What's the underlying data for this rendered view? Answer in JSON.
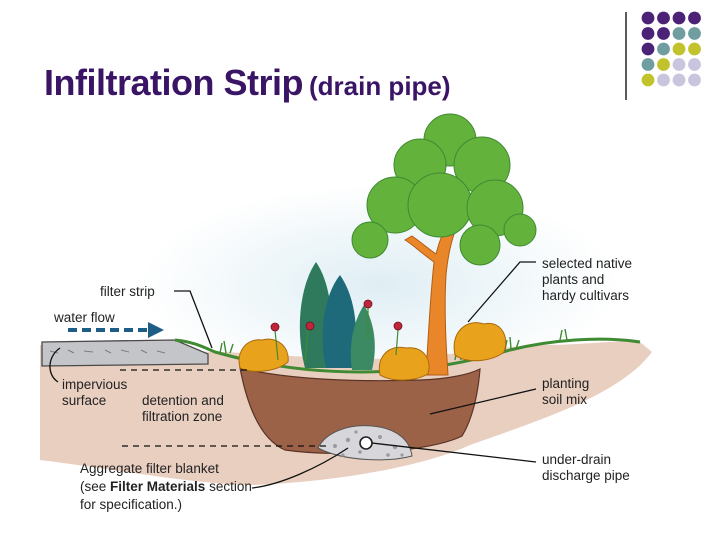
{
  "title": {
    "main": "Infiltration Strip",
    "sub": "(drain pipe)"
  },
  "labels": {
    "filter_strip": "filter strip",
    "water_flow": "water flow",
    "impervious_1": "impervious",
    "impervious_2": "surface",
    "detention_1": "detention and",
    "detention_2": "filtration zone",
    "native_1": "selected native",
    "native_2": "plants and",
    "native_3": "hardy cultivars",
    "planting_1": "planting",
    "planting_2": "soil mix",
    "underdrain_1": "under-drain",
    "underdrain_2": "discharge pipe",
    "aggregate_1": "Aggregate filter blanket",
    "aggregate_2_pre": "(see ",
    "aggregate_2_bold": "Filter Materials",
    "aggregate_2_post": " section",
    "aggregate_3": "for specification.)"
  },
  "colors": {
    "title": "#3a1465",
    "dot_purple": "#4b2276",
    "dot_teal": "#6f9da0",
    "dot_yellow": "#c2c32c",
    "dot_lavender": "#c9c5df",
    "soil": "#9b6248",
    "ground": "#e9cfc0",
    "water_arrow": "#1e5e86",
    "foliage": "#63b23c",
    "trunk": "#e9862a",
    "shrub": "#e8a21c"
  },
  "dots": [
    [
      "dot_purple",
      "dot_purple",
      "dot_purple",
      "dot_purple"
    ],
    [
      "dot_purple",
      "dot_purple",
      "dot_teal",
      "dot_teal"
    ],
    [
      "dot_purple",
      "dot_teal",
      "dot_yellow",
      "dot_yellow"
    ],
    [
      "dot_teal",
      "dot_yellow",
      "dot_lavender",
      "dot_lavender"
    ],
    [
      "dot_yellow",
      "dot_lavender",
      "dot_lavender",
      "dot_lavender"
    ]
  ]
}
